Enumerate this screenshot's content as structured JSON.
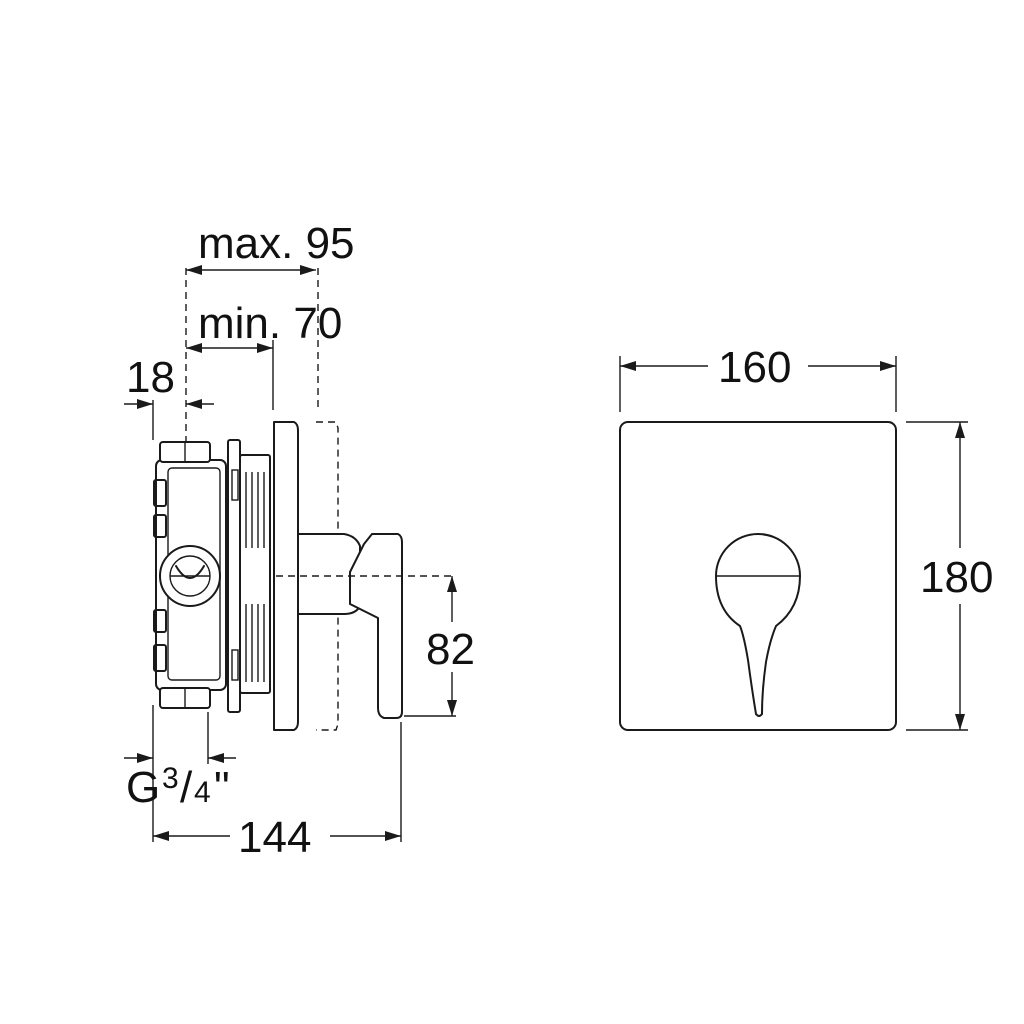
{
  "dimensions": {
    "max_depth": "max. 95",
    "min_depth": "min. 70",
    "offset": "18",
    "total_depth": "144",
    "handle_height": "82",
    "plate_width": "160",
    "plate_height": "180",
    "thread_g": "G",
    "thread_num": "3",
    "thread_den": "/",
    "thread_frac": "4",
    "thread_inch": "\""
  },
  "colors": {
    "line": "#1a1a1a",
    "background": "#ffffff"
  }
}
